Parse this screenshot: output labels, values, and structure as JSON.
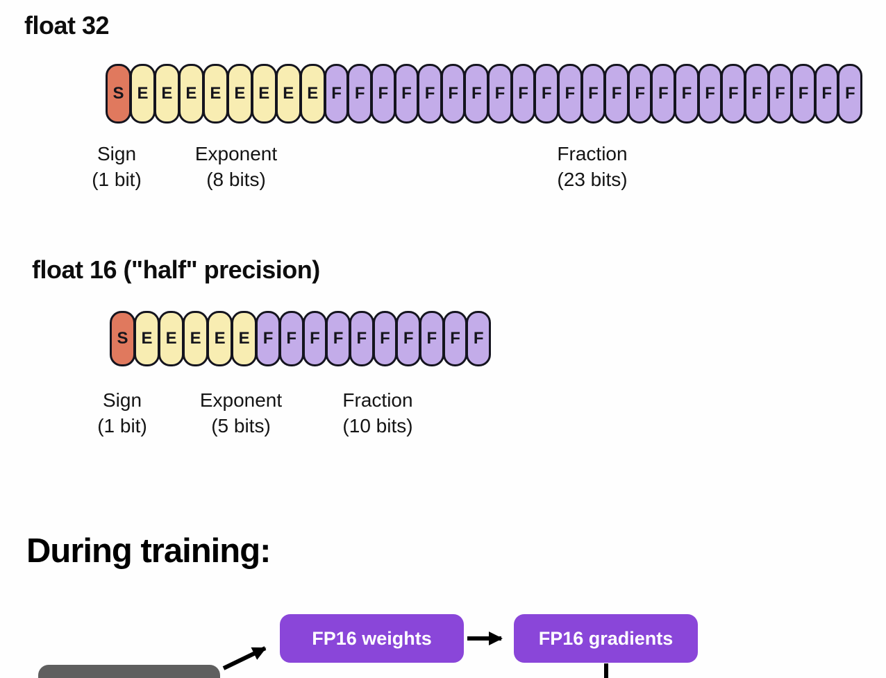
{
  "colors": {
    "sign_fill": "#E0795E",
    "exponent_fill": "#F8EDB2",
    "fraction_fill": "#C3ACE9",
    "cell_border": "#14141E",
    "node_purple": "#8A46D9",
    "node_gray": "#5F5F5F",
    "arrow": "#000000"
  },
  "formats": [
    {
      "title": "float 32",
      "bits": [
        {
          "type": "sign",
          "letter": "S",
          "count": 1
        },
        {
          "type": "exponent",
          "letter": "E",
          "count": 8
        },
        {
          "type": "fraction",
          "letter": "F",
          "count": 23
        }
      ],
      "labels": [
        {
          "name": "Sign",
          "bits": "(1 bit)"
        },
        {
          "name": "Exponent",
          "bits": "(8 bits)"
        },
        {
          "name": "Fraction",
          "bits": "(23 bits)"
        }
      ]
    },
    {
      "title": "float 16 (\"half\" precision)",
      "bits": [
        {
          "type": "sign",
          "letter": "S",
          "count": 1
        },
        {
          "type": "exponent",
          "letter": "E",
          "count": 5
        },
        {
          "type": "fraction",
          "letter": "F",
          "count": 10
        }
      ],
      "labels": [
        {
          "name": "Sign",
          "bits": "(1 bit)"
        },
        {
          "name": "Exponent",
          "bits": "(5 bits)"
        },
        {
          "name": "Fraction",
          "bits": "(10 bits)"
        }
      ]
    }
  ],
  "training": {
    "heading": "During training:",
    "nodes": [
      {
        "label": "FP16 weights"
      },
      {
        "label": "FP16 gradients"
      }
    ]
  }
}
